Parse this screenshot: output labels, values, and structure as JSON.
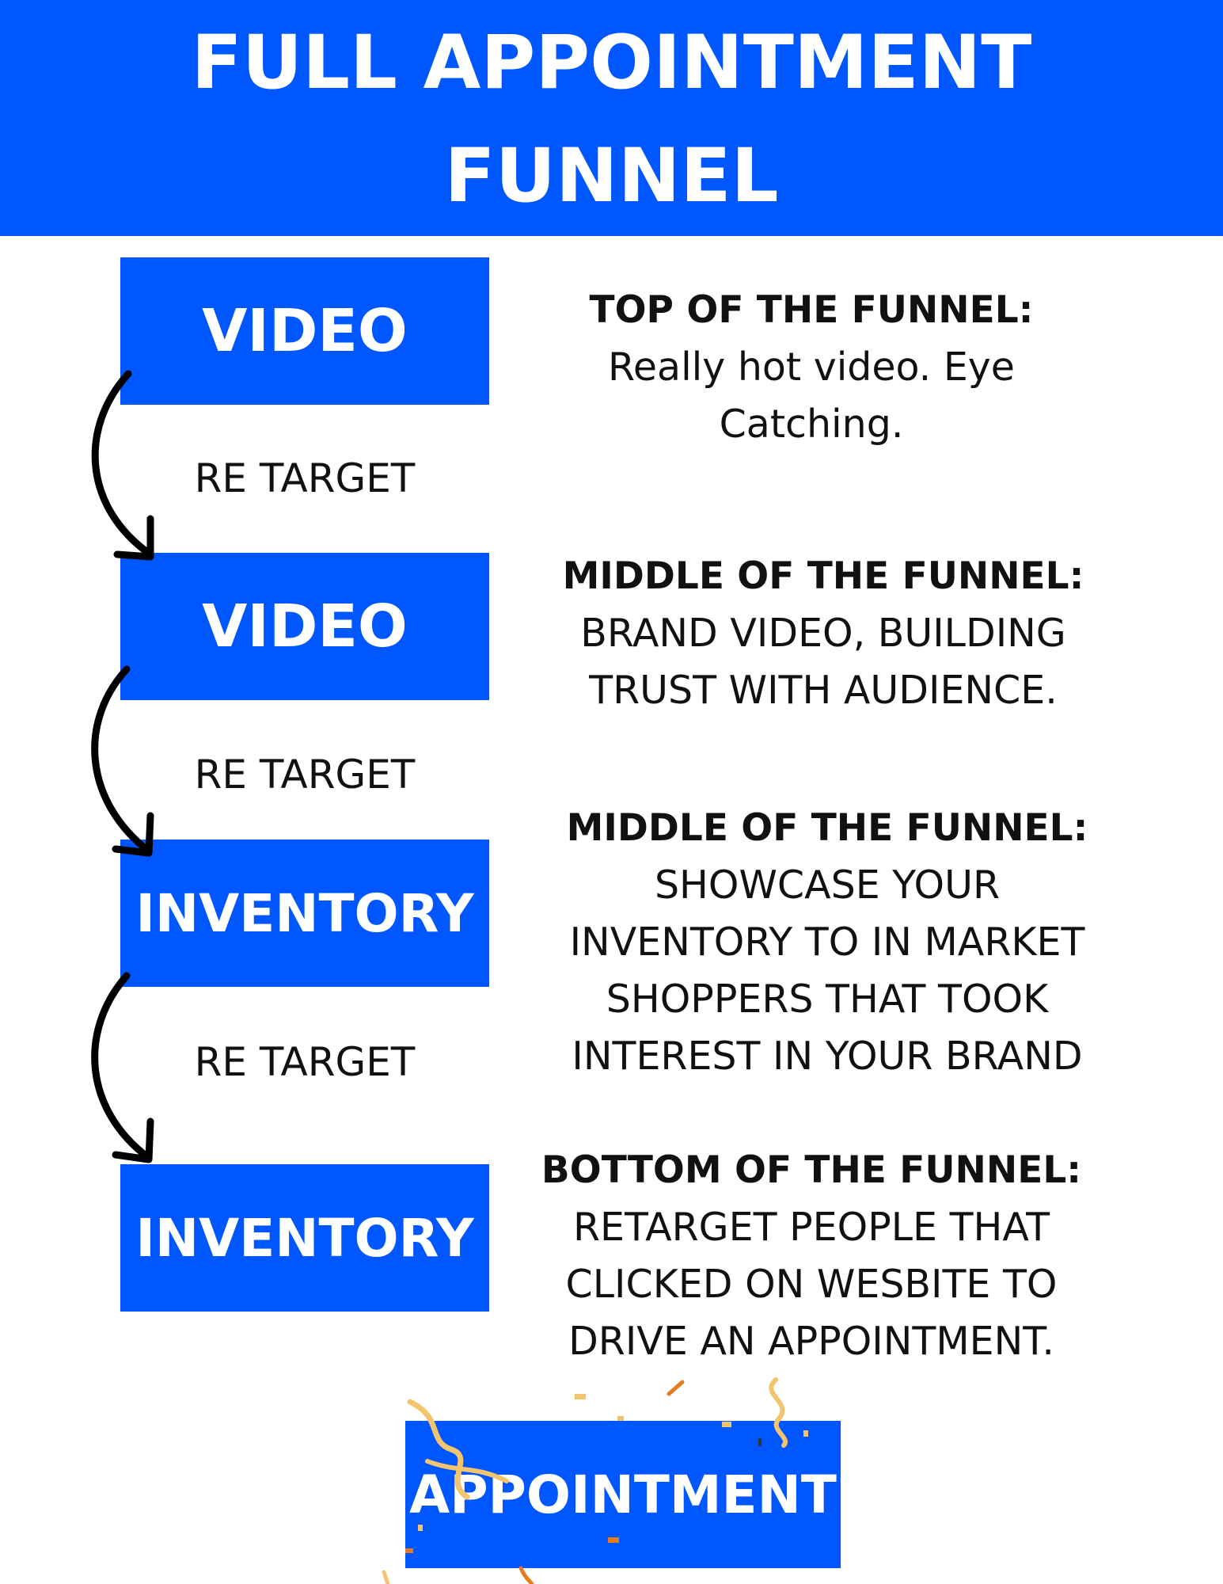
{
  "header": {
    "title_line1": "FULL APPOINTMENT",
    "title_line2": "FUNNEL"
  },
  "steps": [
    {
      "label": "VIDEO"
    },
    {
      "label": "VIDEO"
    },
    {
      "label": "INVENTORY"
    },
    {
      "label": "INVENTORY"
    }
  ],
  "connectors": [
    {
      "label": "RE TARGET"
    },
    {
      "label": "RE TARGET"
    },
    {
      "label": "RE TARGET"
    }
  ],
  "descriptions": [
    {
      "heading": "TOP OF THE FUNNEL:",
      "lines": [
        "Really hot video. Eye",
        "Catching."
      ]
    },
    {
      "heading": "MIDDLE OF THE FUNNEL:",
      "lines": [
        "BRAND VIDEO, BUILDING",
        "TRUST WITH AUDIENCE."
      ]
    },
    {
      "heading": "MIDDLE OF THE FUNNEL:",
      "lines": [
        "SHOWCASE YOUR",
        "INVENTORY TO IN MARKET",
        "SHOPPERS THAT TOOK",
        "INTEREST IN YOUR BRAND"
      ]
    },
    {
      "heading": "BOTTOM OF THE FUNNEL:",
      "lines": [
        "RETARGET PEOPLE THAT",
        "CLICKED ON WESBITE TO",
        "DRIVE AN APPOINTMENT."
      ]
    }
  ],
  "final": {
    "label": "APPOINTMENT"
  },
  "colors": {
    "brand_blue": "#0057FF",
    "text_dark": "#111111",
    "confetti_gold": "#F2C46D",
    "confetti_orange": "#E87A1E"
  }
}
